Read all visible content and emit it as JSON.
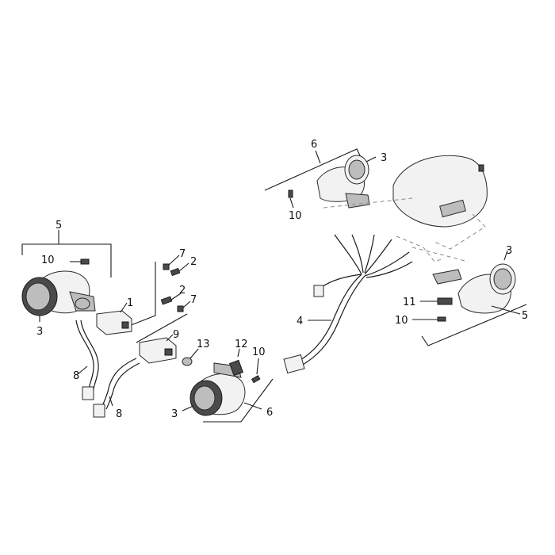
{
  "callouts": {
    "c1": "1",
    "c2a": "2",
    "c2b": "2",
    "c3_left": "3",
    "c3_center": "3",
    "c3_topright": "3",
    "c3_right": "3",
    "c4": "4",
    "c5_left": "5",
    "c5_right": "5",
    "c6_top": "6",
    "c6_bottom": "6",
    "c7a": "7",
    "c7b": "7",
    "c8a": "8",
    "c8b": "8",
    "c9": "9",
    "c10_left": "10",
    "c10_top": "10",
    "c10_center": "10",
    "c10_right": "10",
    "c11": "11",
    "c12": "12",
    "c13": "13"
  }
}
